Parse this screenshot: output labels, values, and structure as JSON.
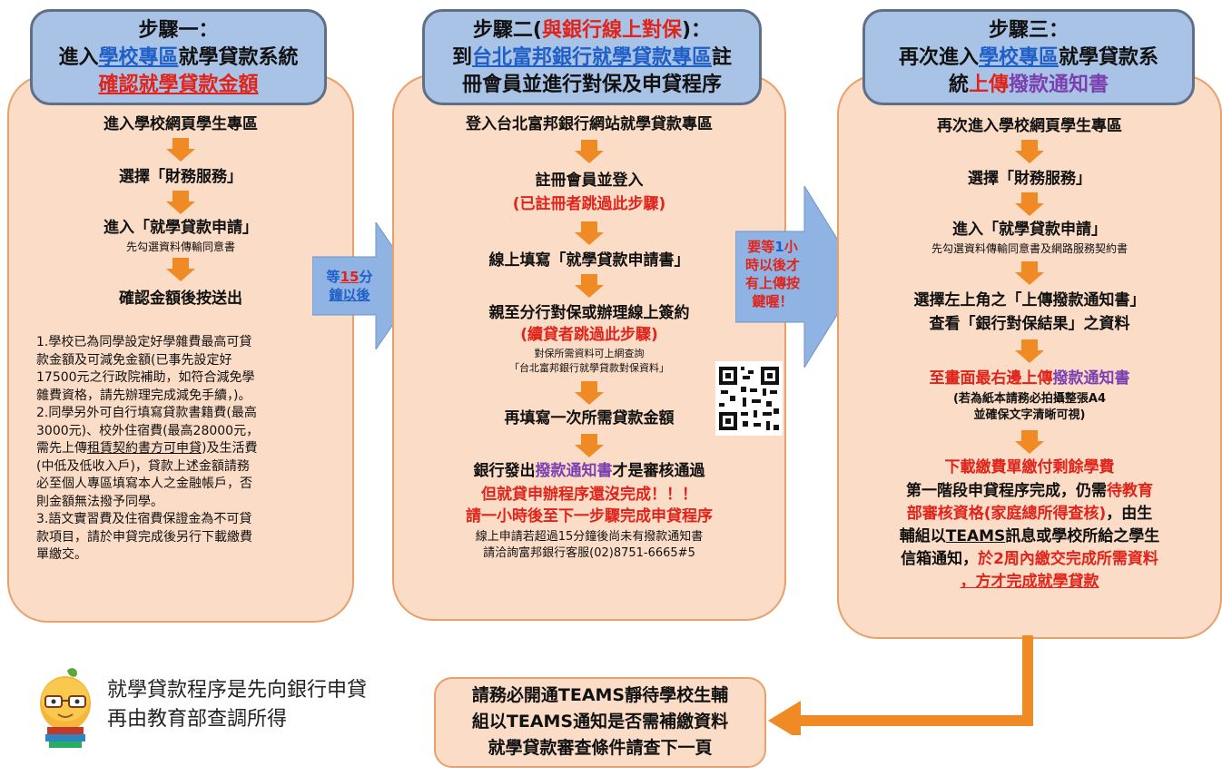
{
  "columns": [
    {
      "title_line1": "步驟一：",
      "title_line2_pre": "進入",
      "title_line2_link": "學校專區",
      "title_line2_post": "就學貸款系統",
      "title_line3": "確認就學貸款金額",
      "steps": [
        "進入學校網頁學生專區",
        "選擇「財務服務」",
        "進入「就學貸款申請」",
        "確認金額後按送出"
      ],
      "sub_note": "先勾選資料傳輸同意書",
      "notes": [
        "1.學校已為同學設定好學雜費最高可貸",
        "款金額及可減免金額(已事先設定好",
        "17500元之行政院補助，如符合減免學",
        "雜費資格，請先辦理完成減免手續，)。",
        "2.同學另外可自行填寫貸款書籍費(最高",
        "3000元)、校外住宿費(最高28000元，",
        "需先上傳租賃契約書方可申貸)及生活費",
        "(中低及低收入戶)，貸款上述金額請務",
        "必至個人專區填寫本人之金融帳戶，否",
        "則金額無法撥予同學。",
        "3.語文實習費及住宿費保證金為不可貸",
        "款項目，請於申貸完成後另行下載繳費",
        "單繳交。"
      ],
      "notes_underlined": "租賃契約書方可申貸"
    },
    {
      "title_line1_pre": "步驟二(",
      "title_line1_red": "與銀行線上對保",
      "title_line1_post": ")：",
      "title_line2_pre": "到",
      "title_line2_link": "台北富邦銀行就學貸款專區",
      "title_line2_post": "註",
      "title_line3": "冊會員並進行對保及申貸程序",
      "steps": [
        "登入台北富邦銀行網站就學貸款專區",
        "註冊會員並登入",
        "(已註冊者跳過此步驟)",
        "線上填寫「就學貸款申請書」",
        "親至分行對保或辦理線上簽約",
        "(續貸者跳過此步驟)",
        "再填寫一次所需貸款金額"
      ],
      "sub_note_1": "對保所需資料可上網查詢",
      "sub_note_2": "「台北富邦銀行就學貸款對保資料」",
      "final_pre": "銀行發出",
      "final_purple": "撥款通知書",
      "final_post": "才是審核通過",
      "warn_1": "但就貸申辦程序還沒完成！！！",
      "warn_2": "請一小時後至下一步驟完成申貸程序",
      "foot_1": "線上申請若超過15分鐘後尚未有撥款通知書",
      "foot_2": "請洽詢富邦銀行客服(02)8751-6665#5"
    },
    {
      "title_line1": "步驟三：",
      "title_line2_pre": "再次進入",
      "title_line2_link": "學校專區",
      "title_line2_post": "就學貸款系",
      "title_line3_pre": "統",
      "title_line3_red": "上傳",
      "title_line3_purple": "撥款通知書",
      "steps": [
        "再次進入學校網頁學生專區",
        "選擇「財務服務」",
        "進入「就學貸款申請」",
        "選擇左上角之「上傳撥款通知書」",
        "查看「銀行對保結果」之資料"
      ],
      "sub_note": "先勾選資料傳輸同意書及網路服務契約書",
      "upload_red": "至畫面最右邊上傳",
      "upload_purple": "撥款通知書",
      "paper_note_1": "(若為紙本請務必拍攝整張A4",
      "paper_note_2": "並確保文字清晰可視)",
      "download": "下載繳費單繳付剩餘學費",
      "para_1_pre": "第一階段申貸程序完成，仍需",
      "para_1_red": "待教育",
      "para_2_red": "部審核資格(家庭總所得查核)",
      "para_2_post": "，由生",
      "para_3_pre": "輔組以",
      "para_3_u": "TEAMS",
      "para_3_post": "訊息或學校所給之學生",
      "para_4_pre": "信箱通知，",
      "para_4_red": "於2周內繳交完成所需資料",
      "para_5_red": "，方才完成就學貸款"
    }
  ],
  "arrows": {
    "arrow1_line1_pre": "等",
    "arrow1_line1_red": "15",
    "arrow1_line1_post": "分",
    "arrow1_line2": "鐘以後",
    "arrow2_line1_pre": "要等",
    "arrow2_line1_red": "1",
    "arrow2_line1_post": "小",
    "arrow2_line2": "時以後才",
    "arrow2_line3": "有上傳按",
    "arrow2_line4": "鍵喔！"
  },
  "bottom": {
    "line1": "請務必開通TEAMS靜待學校生輔",
    "line2": "組以TEAMS通知是否需補繳資料",
    "line3": "就學貸款審查條件請查下一頁"
  },
  "caption": {
    "line1": "就學貸款程序是先向銀行申貸",
    "line2": "再由教育部查調所得"
  },
  "colors": {
    "panel": "#fbdcc6",
    "panel_border": "#e9a06b",
    "header": "#a9c3e6",
    "arrow_blue": "#8fb3e2",
    "step_arrow": "#f08a24",
    "red": "#e0241b",
    "purple": "#7b3fb0",
    "link_blue": "#1f5fc7"
  },
  "icons": [
    "down-arrow-icon",
    "right-arrow-icon",
    "qr-code-icon",
    "mascot-icon"
  ]
}
